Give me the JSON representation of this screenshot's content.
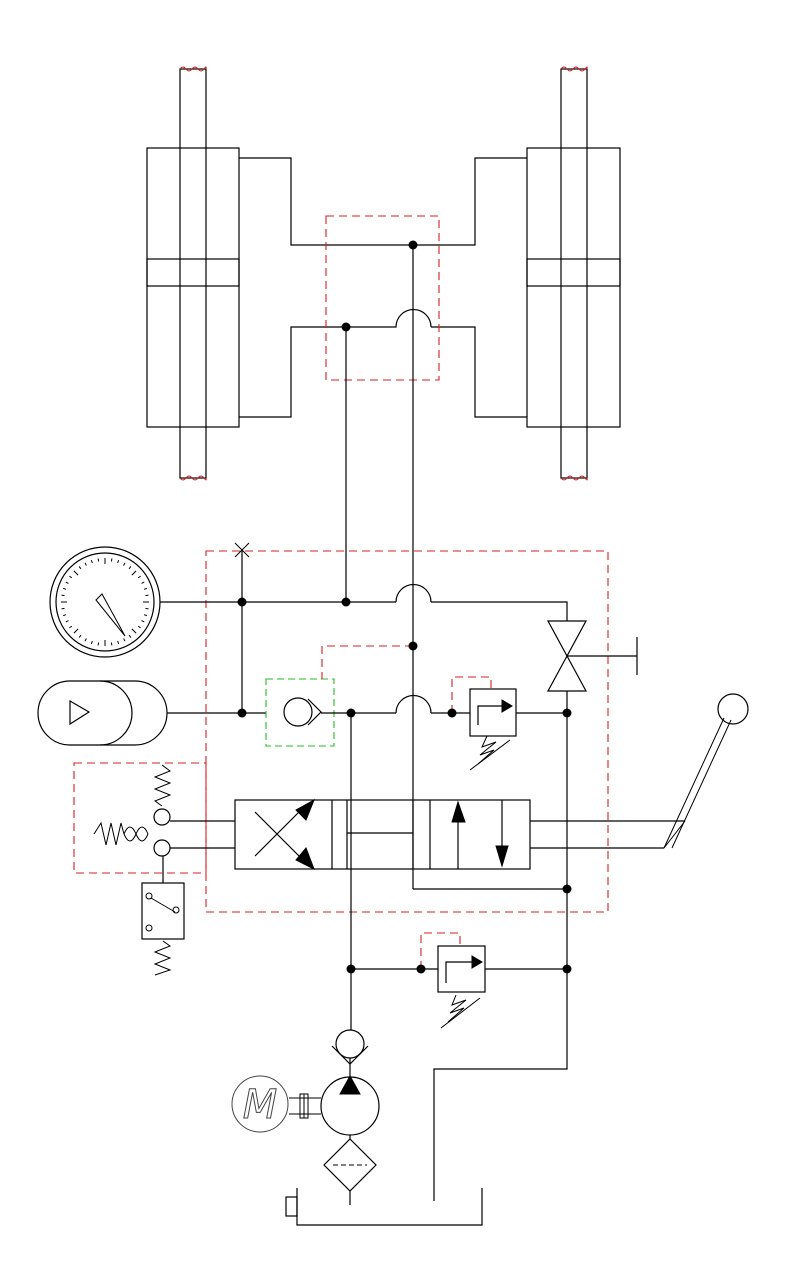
{
  "diagram": {
    "components": [
      {
        "id": "cylinder-left",
        "icon": "double-acting-cylinder-icon"
      },
      {
        "id": "cylinder-right",
        "icon": "double-acting-cylinder-icon"
      },
      {
        "id": "pressure-gauge",
        "icon": "pressure-gauge-icon"
      },
      {
        "id": "accumulator",
        "icon": "accumulator-icon"
      },
      {
        "id": "check-valve",
        "icon": "check-valve-icon"
      },
      {
        "id": "relief-valve-upper",
        "icon": "pressure-relief-valve-icon"
      },
      {
        "id": "relief-valve-lower",
        "icon": "pressure-relief-valve-icon"
      },
      {
        "id": "shutoff-valve",
        "icon": "shutoff-valve-icon"
      },
      {
        "id": "directional-valve",
        "icon": "directional-control-valve-icon"
      },
      {
        "id": "hand-lever",
        "icon": "hand-lever-icon"
      },
      {
        "id": "pilot-actuator",
        "icon": "spring-pilot-actuator-icon"
      },
      {
        "id": "pressure-switch",
        "icon": "pressure-switch-icon"
      },
      {
        "id": "pump",
        "icon": "hydraulic-pump-icon"
      },
      {
        "id": "electric-motor",
        "icon": "electric-motor-icon"
      },
      {
        "id": "filter",
        "icon": "filter-icon"
      },
      {
        "id": "tank",
        "icon": "reservoir-tank-icon"
      }
    ],
    "colors": {
      "line": "#000000",
      "pilot_line_dashed": "#d42020",
      "check_valve_outline": "#22c022"
    },
    "motor_label": "M"
  }
}
